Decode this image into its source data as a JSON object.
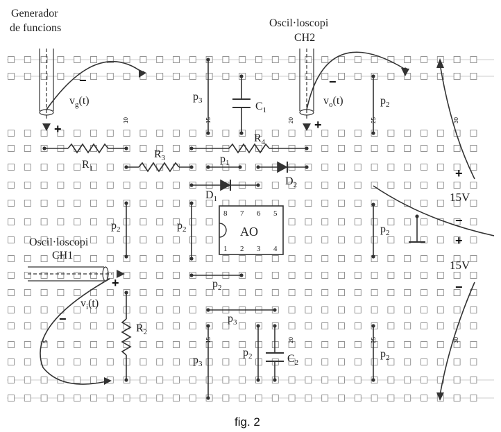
{
  "labels": {
    "generator_line1": "Generador",
    "generator_line2": "de funcions",
    "osc_ch2_line1": "Oscil·loscopi",
    "osc_ch2_line2": "CH2",
    "osc_ch1_line1": "Oscil·loscopi",
    "osc_ch1_line2": "CH1",
    "vg": "v",
    "vg_sub": "g",
    "vo": "v",
    "vo_sub": "o",
    "vi": "v",
    "vi_sub": "i",
    "t_suffix": "(t)",
    "plus": "+",
    "minus": "−",
    "c1": "C",
    "c1_sub": "1",
    "c2": "C",
    "c2_sub": "2",
    "r1": "R",
    "r1_sub": "1",
    "r2": "R",
    "r2_sub": "2",
    "r3": "R",
    "r3_sub": "3",
    "r4": "R",
    "r4_sub": "4",
    "d1": "D",
    "d1_sub": "1",
    "d2": "D",
    "d2_sub": "2",
    "p": "p",
    "sub1": "1",
    "sub2": "2",
    "sub3": "3",
    "opamp": "AO",
    "pins_top": [
      "8",
      "7",
      "6",
      "5"
    ],
    "pins_bottom": [
      "1",
      "2",
      "3",
      "4"
    ],
    "supply": "15V",
    "col_numbers": [
      "10",
      "15",
      "20",
      "25",
      "30"
    ],
    "col_numbers_bottom": [
      "5",
      "15",
      "20",
      "25",
      "30"
    ],
    "caption": "fig. 2"
  },
  "colors": {
    "hole": "#8a8a8a",
    "wire": "#333333",
    "text": "#222222"
  }
}
